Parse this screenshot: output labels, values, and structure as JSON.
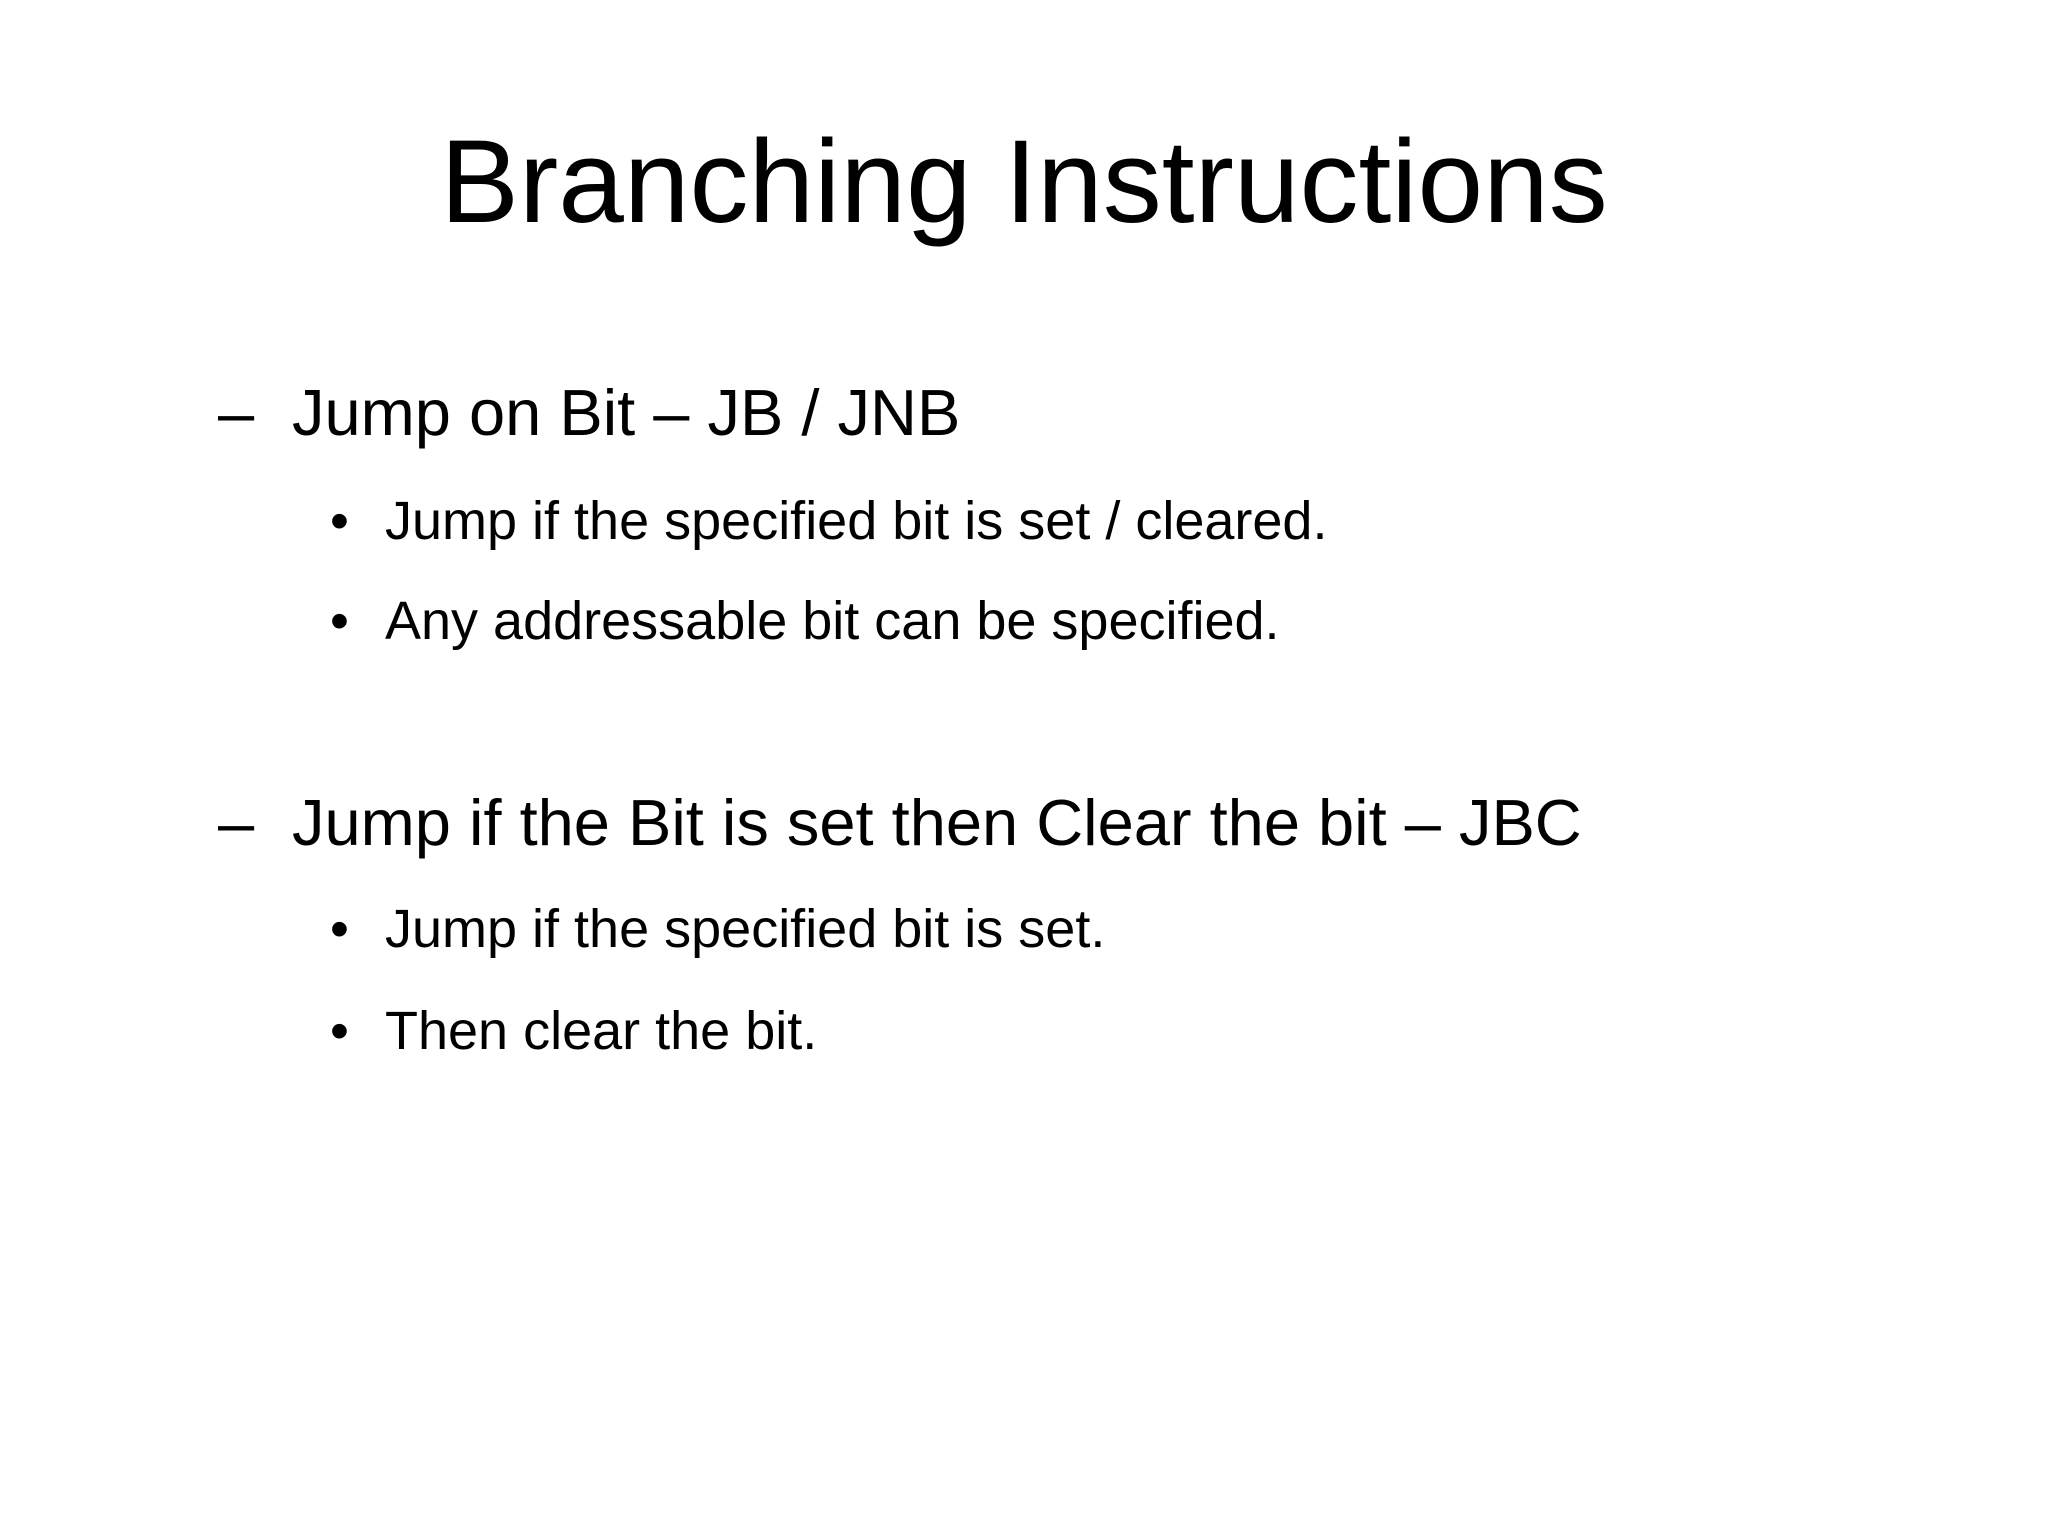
{
  "slide": {
    "title": "Branching Instructions",
    "markers": {
      "level1": "–",
      "level2": "•"
    },
    "sections": [
      {
        "heading": "Jump on Bit – JB / JNB",
        "bullets": [
          "Jump if the specified bit is set / cleared.",
          "Any addressable bit can be specified."
        ]
      },
      {
        "heading": "Jump if the Bit is set then Clear the bit – JBC",
        "bullets": [
          "Jump if the specified bit is set.",
          "Then clear the bit."
        ]
      }
    ]
  },
  "colors": {
    "background": "#ffffff",
    "text": "#000000"
  }
}
